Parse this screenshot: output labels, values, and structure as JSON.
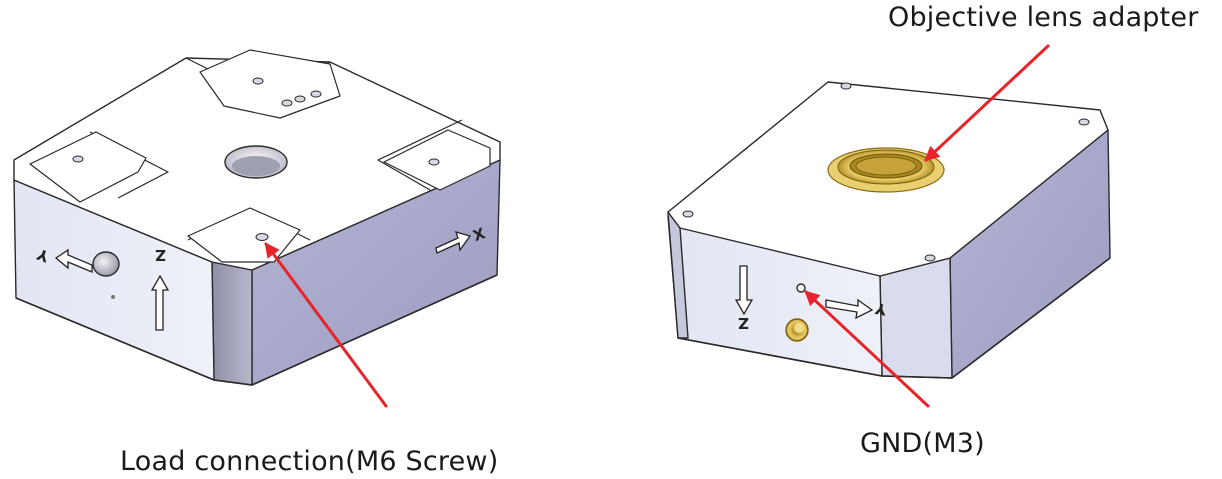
{
  "labels": {
    "objective_lens_adapter": "Objective lens adapter",
    "load_connection": "Load connection(M6 Screw)",
    "gnd": "GND(M3)"
  },
  "axes": {
    "left": {
      "x": "X",
      "y": "Y",
      "z": "Z"
    },
    "right": {
      "y": "Y",
      "z": "Z"
    }
  },
  "colors": {
    "arrow": "#e8232a",
    "face_side_dark": "#a7a7c9",
    "face_side_light": "#e6eaf4",
    "face_top": "#ffffff",
    "brass": "#d9b64a"
  }
}
